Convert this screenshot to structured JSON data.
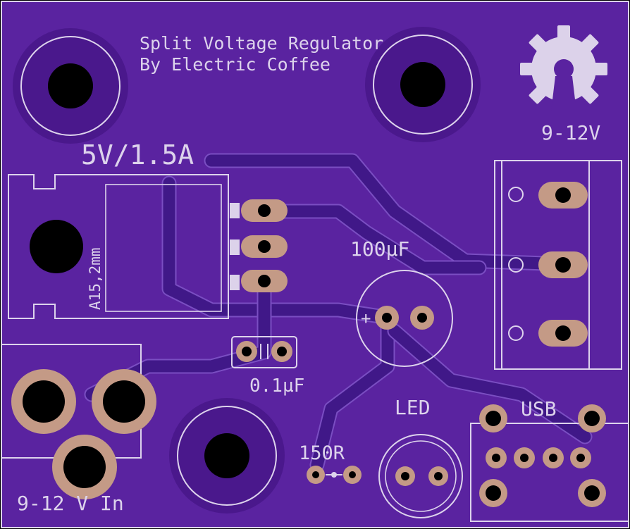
{
  "board": {
    "title_line1": "Split Voltage Regulator",
    "title_line2": "By Electric Coffee",
    "colors": {
      "background": "#000000",
      "board": "#5a23a0",
      "silkscreen": "#ddd3ec",
      "copper": "#c49a86",
      "trace": "#401888"
    }
  },
  "labels": {
    "regulator": "5V/1.5A",
    "heatsink": "A15,2mm",
    "output": "9-12V",
    "cap_electrolytic": "100µF",
    "cap_ceramic": "0.1µF",
    "led": "LED",
    "resistor": "150R",
    "usb": "USB",
    "input": "9-12 V In",
    "polarity": "+"
  },
  "icons": {
    "oshw_logo": "open-source-hardware-gear-icon"
  }
}
